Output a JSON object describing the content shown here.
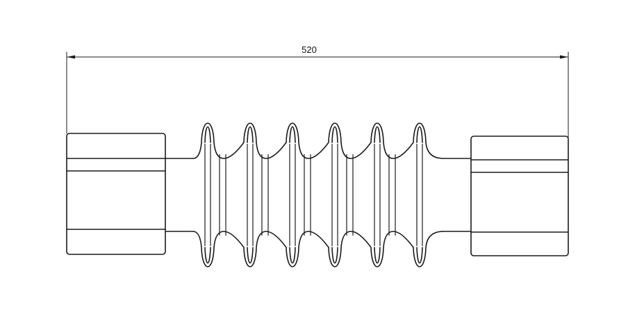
{
  "drawing": {
    "dimension": {
      "value": "520"
    },
    "colors": {
      "line": "#1a1a1a",
      "background": "#ffffff"
    },
    "components": {
      "fitting_count": 2,
      "convolution_count": 6
    }
  }
}
